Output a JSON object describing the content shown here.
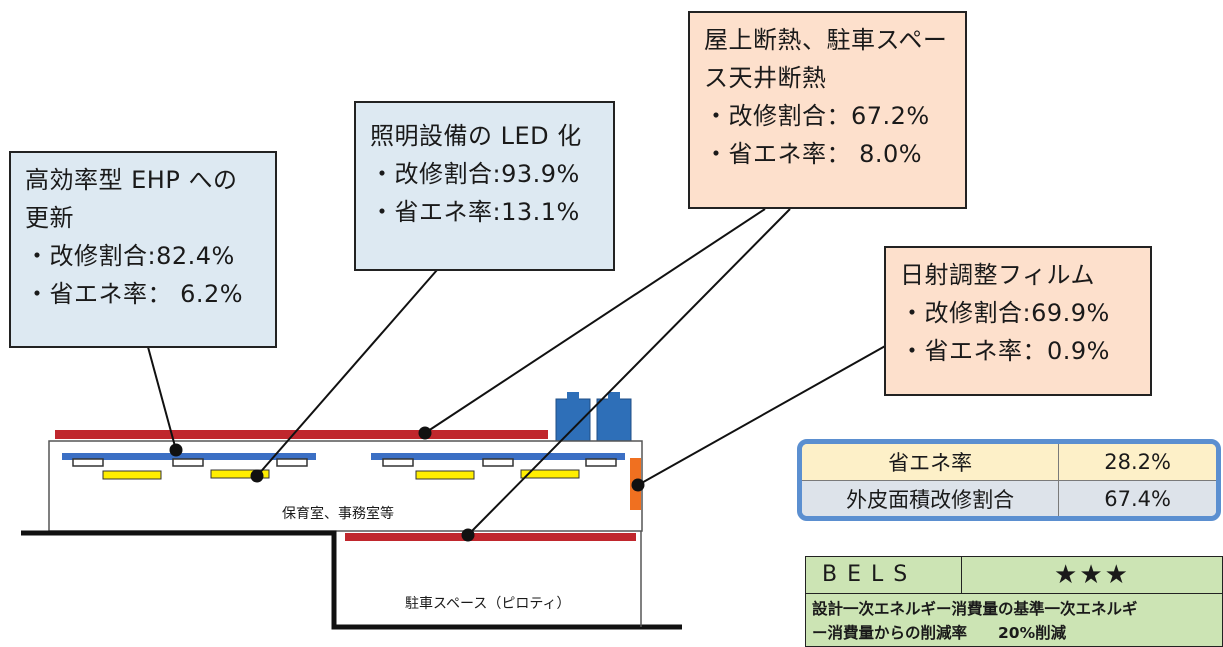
{
  "callouts": {
    "ehp": {
      "title": "高効率型 EHP への更新",
      "renovation_rate": "・改修割合:82.4%",
      "energy_saving_rate": "・省エネ率： 6.2%"
    },
    "led": {
      "title": "照明設備の LED 化",
      "renovation_rate": "・改修割合:93.9%",
      "energy_saving_rate": "・省エネ率:13.1%"
    },
    "insulation": {
      "title": "屋上断熱、駐車スペース天井断熱",
      "renovation_rate": "・改修割合：67.2%",
      "energy_saving_rate": "・省エネ率： 8.0%"
    },
    "film": {
      "title": "日射調整フィルム",
      "renovation_rate": "・改修割合:69.9%",
      "energy_saving_rate": "・省エネ率：0.9%"
    }
  },
  "building": {
    "office_label": "保育室、事務室等",
    "parking_label": "駐車スペース（ピロティ）"
  },
  "summary": {
    "rows": [
      {
        "label": "省エネ率",
        "value": "28.2%"
      },
      {
        "label": "外皮面積改修割合",
        "value": "67.4%"
      }
    ]
  },
  "bels": {
    "name": "BELS",
    "rating": "★★★",
    "description_line1": "設計一次エネルギー消費量の基準一次エネルギ",
    "description_line2": "ー消費量からの削減率　　20%削減"
  },
  "colors": {
    "callout_blue": "#dde9f2",
    "callout_peach": "#fde0cc",
    "insulation_red": "#c0272d",
    "duct_blue": "#3b6fc4",
    "light_yellow": "#ffee00",
    "film_orange": "#f07020",
    "unit_blue": "#2e6fb8"
  }
}
